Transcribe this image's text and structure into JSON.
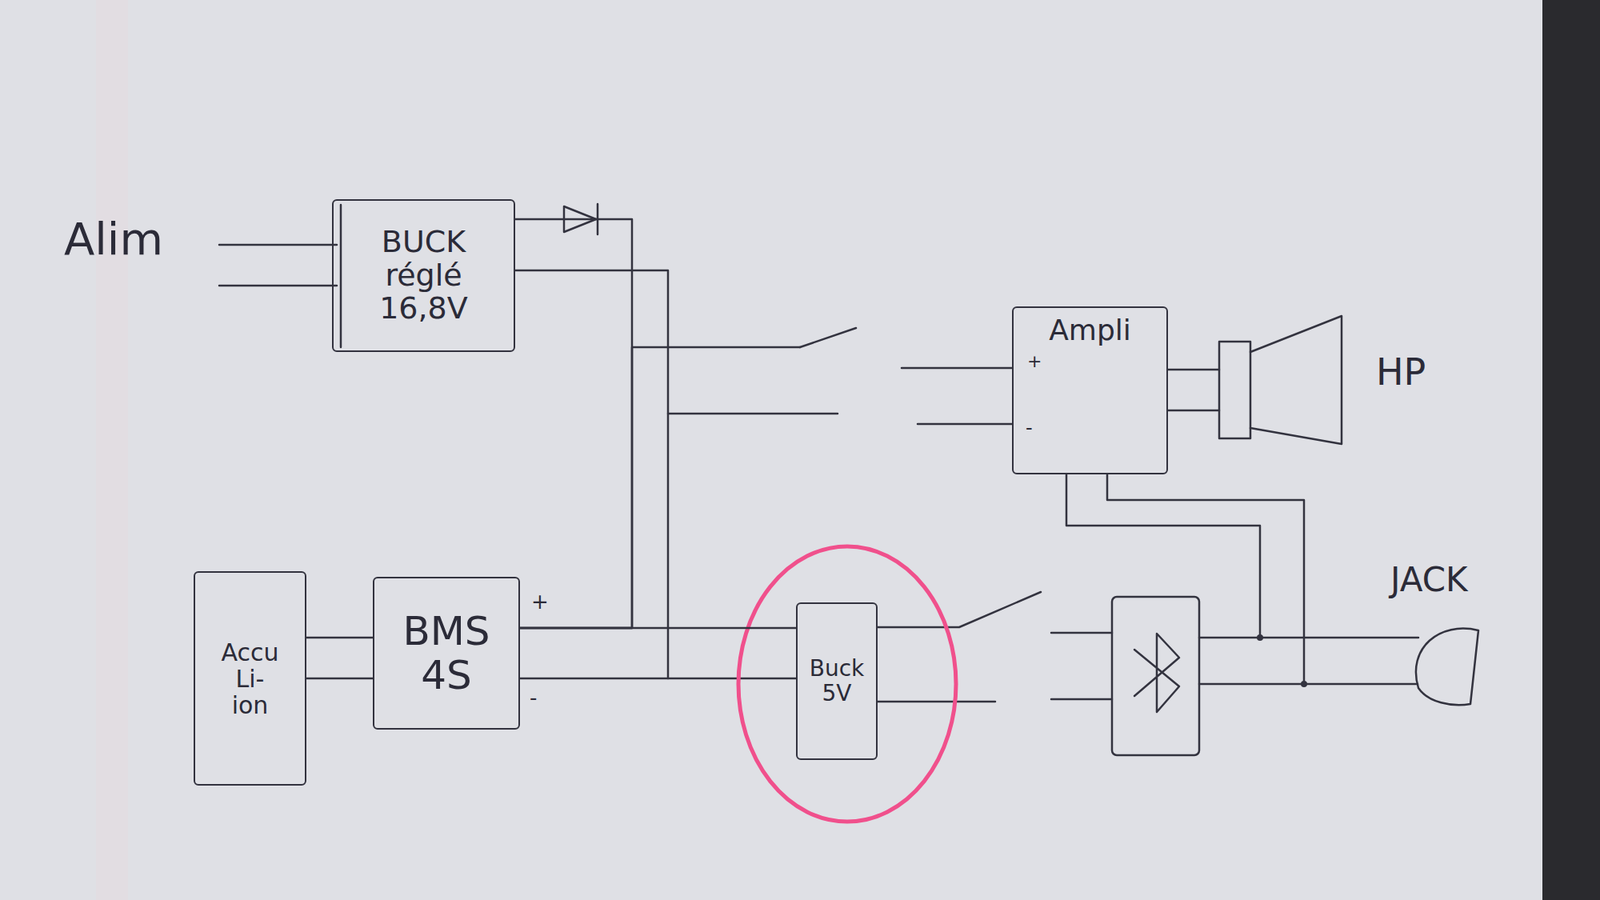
{
  "diagram": {
    "nodes": [
      {
        "text": [
          "BUCK réglé 16,8V"
        ]
      },
      {
        "text": [
          "Ampli"
        ]
      },
      {
        "text": [
          "Accu Li-ion"
        ]
      },
      {
        "text": [
          "BMS 4S"
        ]
      },
      {
        "text": [
          "Buck 5V"
        ]
      }
    ],
    "edges": [
      {
        "from": 2,
        "to": 3,
        "arrow": "none"
      },
      {
        "from": 0,
        "to": 3,
        "arrow": "none"
      },
      {
        "from": 3,
        "to": 4,
        "arrow": "none"
      },
      {
        "from": 3,
        "to": 1,
        "arrow": "none"
      }
    ],
    "labels": [
      "Alim",
      "+",
      "-",
      "+",
      "-",
      "HP",
      "JACK"
    ]
  }
}
